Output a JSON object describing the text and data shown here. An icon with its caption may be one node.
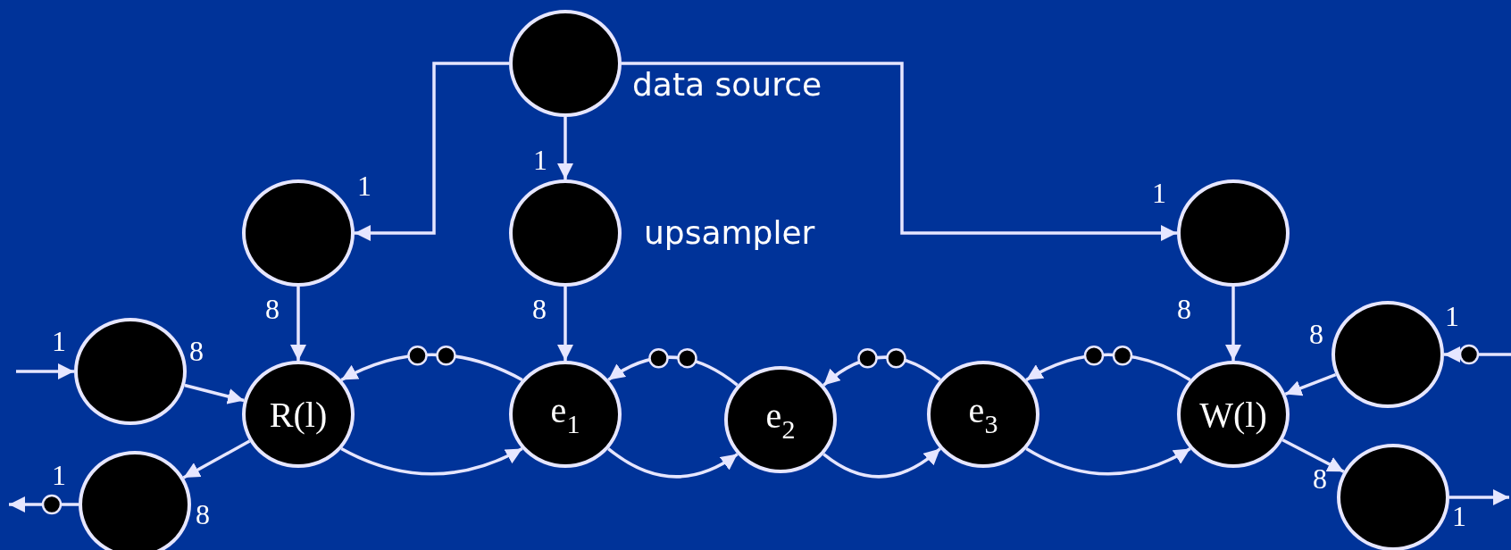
{
  "diagram": {
    "nodes": [
      {
        "text": [],
        "shape": "circle",
        "beside": [
          "data source"
        ]
      },
      {
        "text": [],
        "shape": "circle"
      },
      {
        "text": [],
        "shape": "circle",
        "beside": [
          "upsampler"
        ]
      },
      {
        "text": [],
        "shape": "circle"
      },
      {
        "text": [],
        "shape": "circle"
      },
      {
        "text": [
          "R(l)"
        ]
      },
      {
        "text": [
          "e$_{1}$"
        ]
      },
      {
        "text": [
          "e$_{2}$"
        ]
      },
      {
        "text": [
          "e$_{3}$"
        ]
      },
      {
        "text": [
          "W(l)"
        ]
      },
      {
        "text": [],
        "shape": "circle"
      },
      {
        "text": [],
        "shape": "circle"
      },
      {
        "text": [],
        "shape": "circle"
      }
    ],
    "edges": [
      {
        "from": 0,
        "to": 1,
        "arrow": "to"
      },
      {
        "from": 0,
        "to": 2,
        "arrow": "to"
      },
      {
        "from": 0,
        "to": 3,
        "arrow": "to"
      },
      {
        "from": 1,
        "to": 5,
        "arrow": "to"
      },
      {
        "from": 2,
        "to": 6,
        "arrow": "to"
      },
      {
        "from": 3,
        "to": 9,
        "arrow": "to"
      },
      {
        "from": null,
        "to": 4,
        "arrow": "to"
      },
      {
        "from": 4,
        "to": 5,
        "arrow": "to"
      },
      {
        "from": 5,
        "to": 11,
        "arrow": "to"
      },
      {
        "from": 11,
        "to": null,
        "arrow": "to"
      },
      {
        "from": 6,
        "to": 5,
        "arrow": "to"
      },
      {
        "from": 5,
        "to": 6,
        "arrow": "to"
      },
      {
        "from": 7,
        "to": 6,
        "arrow": "to"
      },
      {
        "from": 6,
        "to": 7,
        "arrow": "to"
      },
      {
        "from": 8,
        "to": 7,
        "arrow": "to"
      },
      {
        "from": 7,
        "to": 8,
        "arrow": "to"
      },
      {
        "from": 9,
        "to": 8,
        "arrow": "to"
      },
      {
        "from": 8,
        "to": 9,
        "arrow": "to"
      },
      {
        "from": 10,
        "to": 9,
        "arrow": "to"
      },
      {
        "from": null,
        "to": 10,
        "arrow": "to"
      },
      {
        "from": 9,
        "to": 12,
        "arrow": "to"
      },
      {
        "from": 12,
        "to": null,
        "arrow": "to"
      }
    ],
    "labels": [
      "1",
      "1",
      "1",
      "8",
      "8",
      "8",
      "1",
      "8",
      "1",
      "8",
      "1",
      "8",
      "8",
      "1"
    ]
  }
}
